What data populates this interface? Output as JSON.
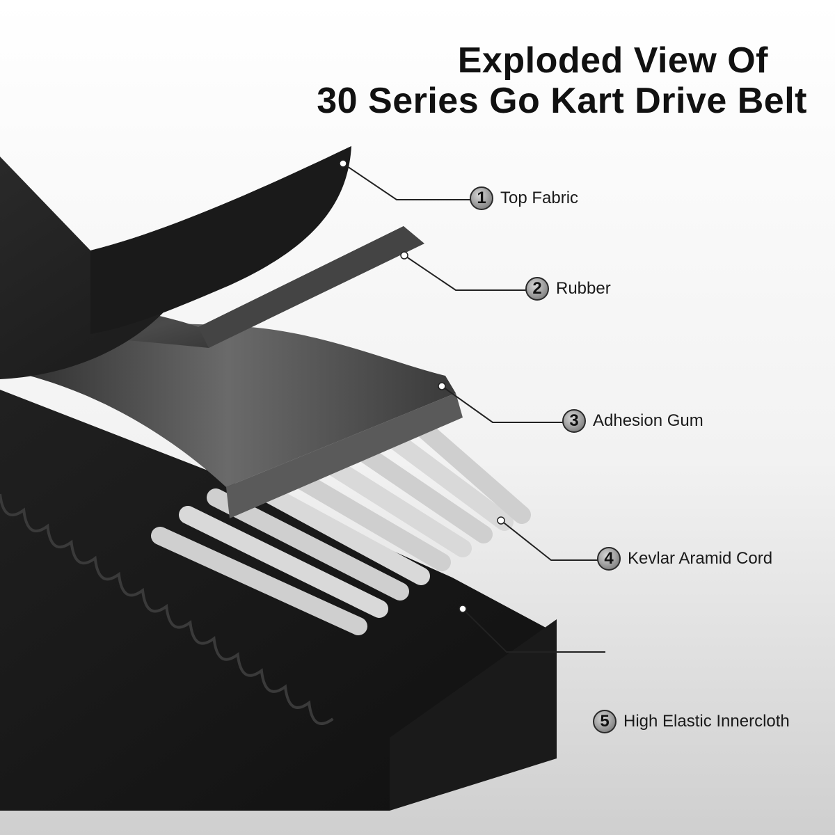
{
  "title": {
    "line1": "Exploded View Of",
    "line2": "30 Series Go Kart Drive Belt"
  },
  "callouts": [
    {
      "number": "1",
      "label": "Top Fabric"
    },
    {
      "number": "2",
      "label": "Rubber"
    },
    {
      "number": "3",
      "label": "Adhesion Gum"
    },
    {
      "number": "4",
      "label": "Kevlar Aramid Cord"
    },
    {
      "number": "5",
      "label": "High Elastic Innercloth"
    }
  ],
  "colors": {
    "belt_dark": "#1c1c1c",
    "belt_mid": "#3a3a3a",
    "cord": "#d9d9d9",
    "leader_line": "#222222"
  }
}
